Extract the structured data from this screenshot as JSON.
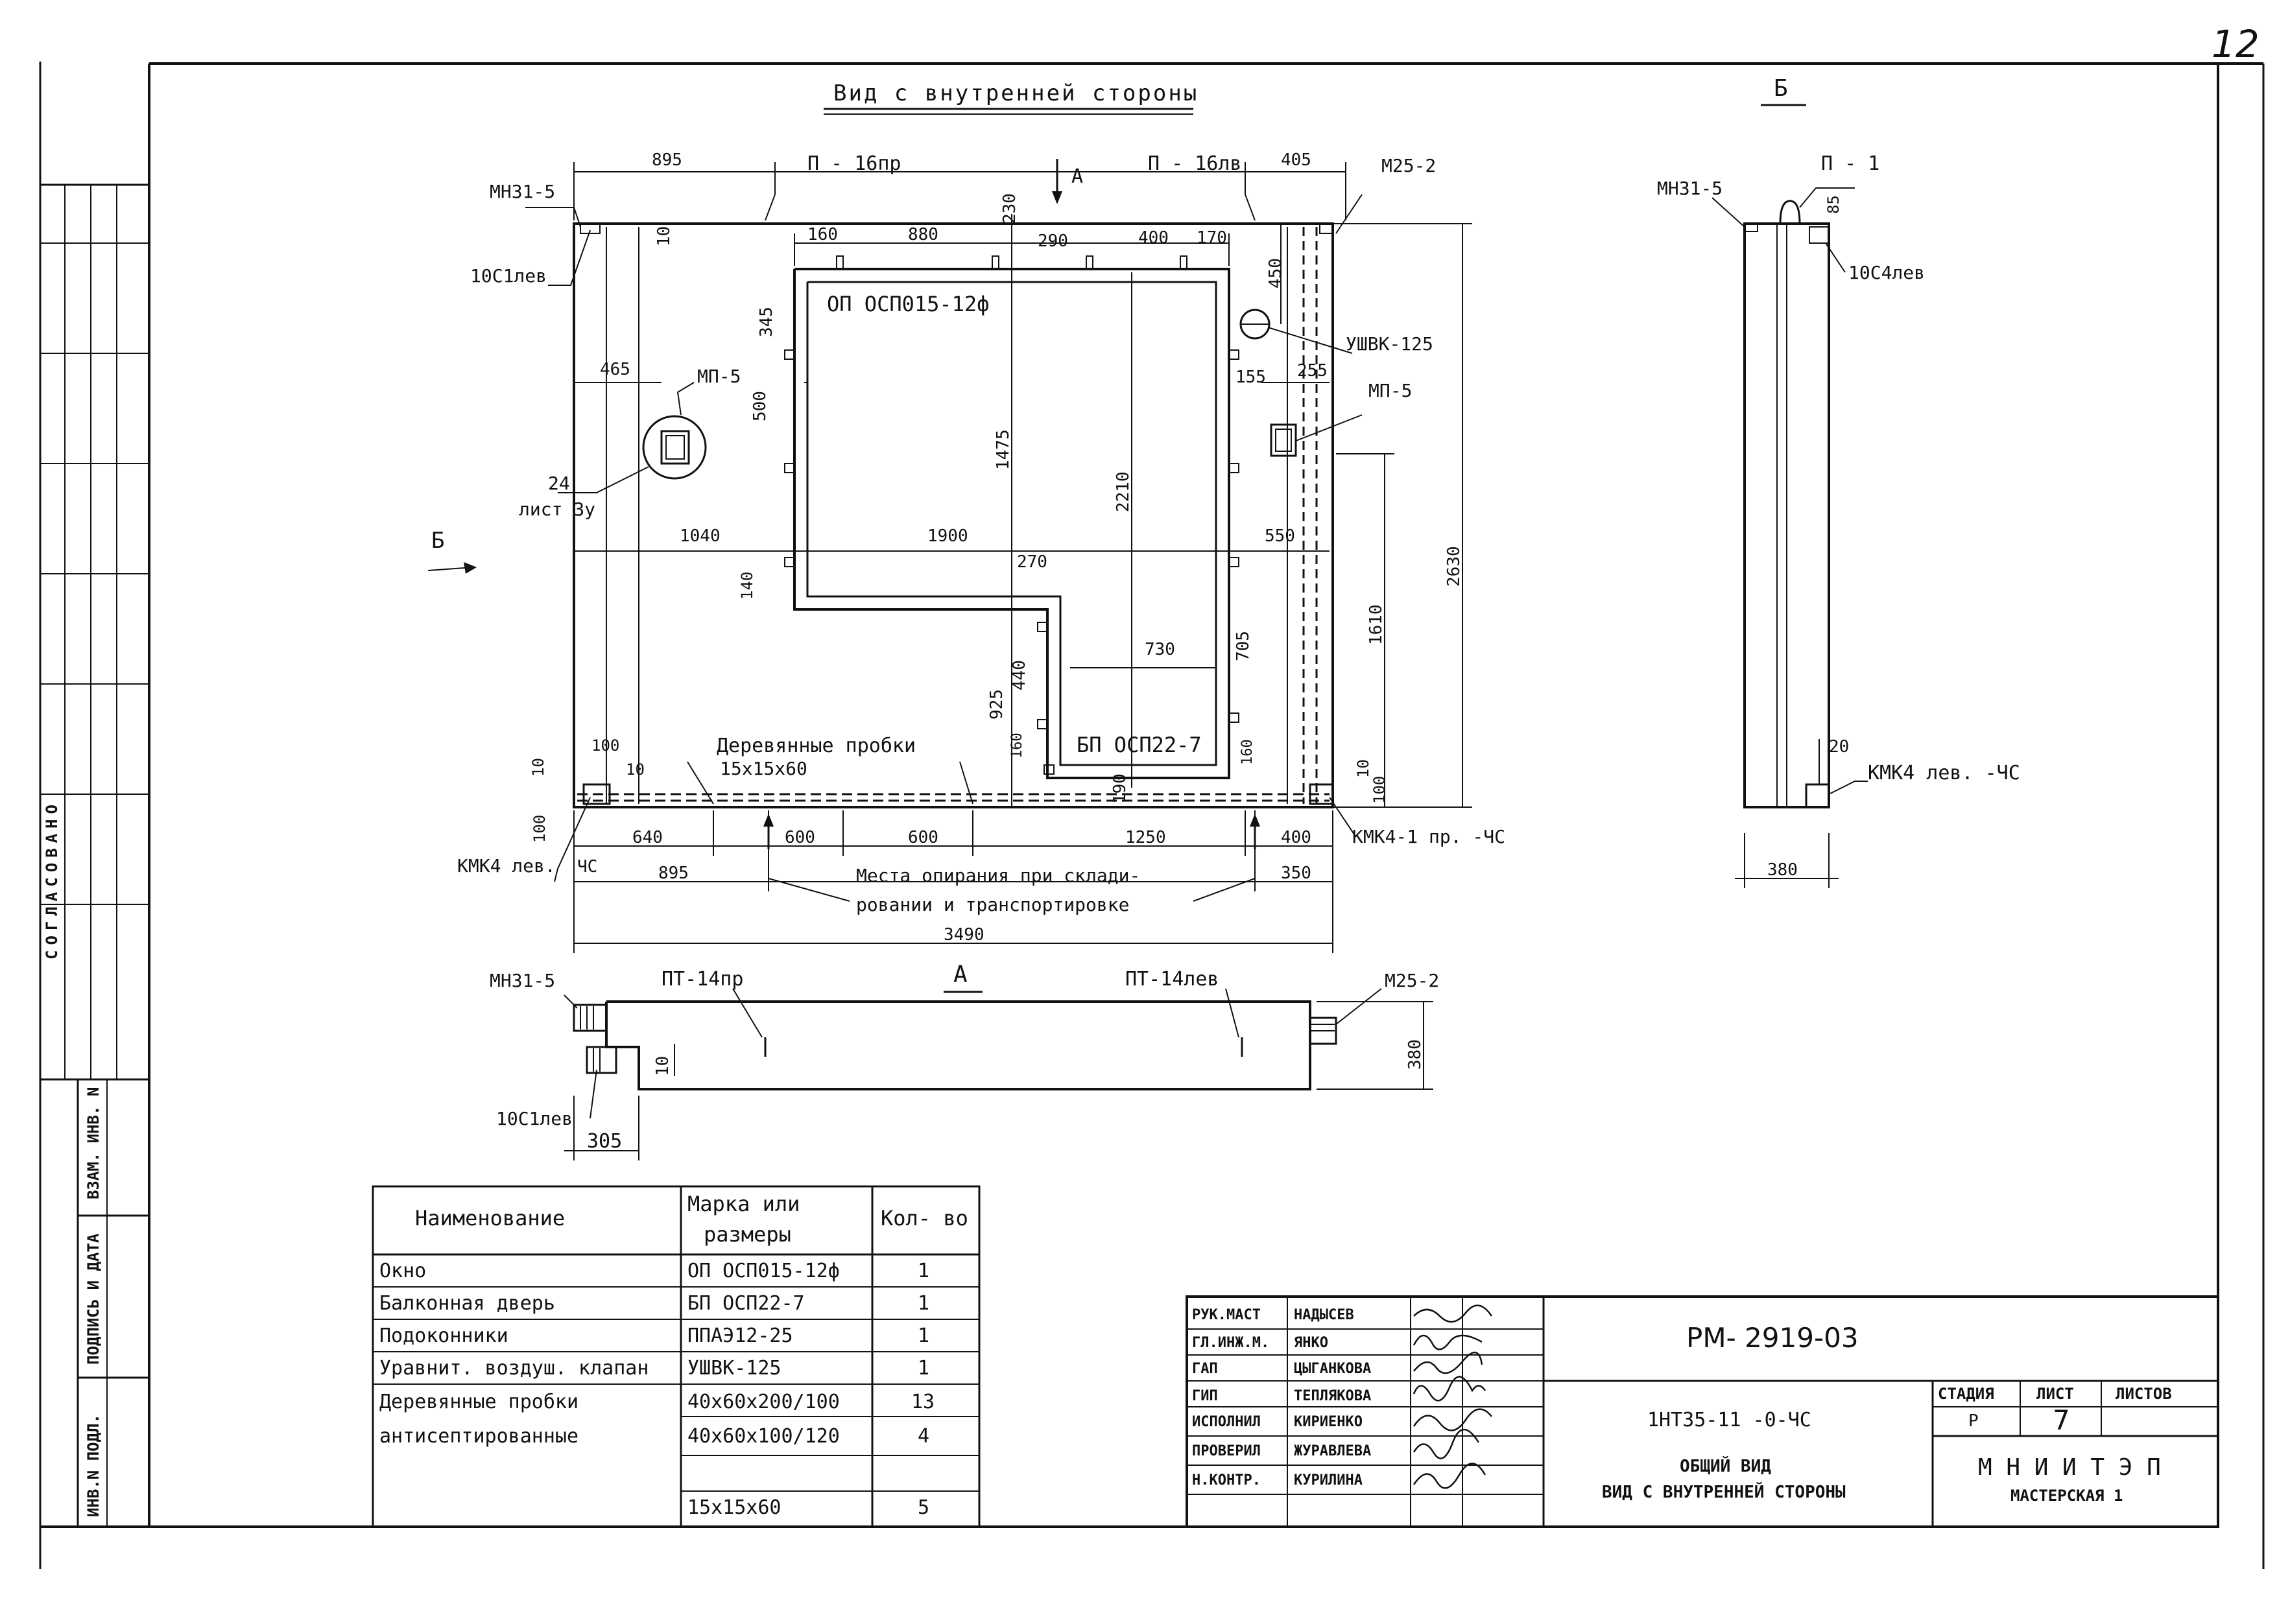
{
  "page_number": "12",
  "views": {
    "main_title": "Вид с внутренней стороны",
    "section_b_title": "Б",
    "view_a_title": "А"
  },
  "main_view": {
    "dims": {
      "d895_top": "895",
      "d405_top": "405",
      "d160": "160",
      "d880": "880",
      "d230": "230",
      "d290": "290",
      "d400": "400",
      "d170": "170",
      "d10_a": "10",
      "d345": "345",
      "d500": "500",
      "d465": "465",
      "d1475": "1475",
      "d2210": "2210",
      "d450": "450",
      "d155": "155",
      "d255": "255",
      "d2630": "2630",
      "d1610": "1610",
      "d1040": "1040",
      "d1900": "1900",
      "d550": "550",
      "d140": "140",
      "d270": "270",
      "d730": "730",
      "d705": "705",
      "d925": "925",
      "d440": "440",
      "d160b": "160",
      "d160c": "160",
      "d190": "190",
      "d100_a": "100",
      "d10_b": "10",
      "d10_c": "10",
      "d10_d": "10",
      "d100_b": "100",
      "d100_c": "100",
      "d640": "640",
      "d600_a": "600",
      "d600_b": "600",
      "d1250": "1250",
      "d400_b": "400",
      "d895_b": "895",
      "d350": "350",
      "d3490": "3490"
    },
    "labels": {
      "mn31_5": "МН31-5",
      "p16pr": "П - 16пр",
      "a_arrow": "А",
      "p16lev": "П - 16лв",
      "m25_2": "М25-2",
      "c10_1lev": "10С1лев",
      "op": "ОП ОСП015-12ф",
      "ushvk": "УШВК-125",
      "mp5_left": "МП-5",
      "mp5_right": "МП-5",
      "n24": "24",
      "list3u": "лист 3у",
      "b_arrow": "Б",
      "derev": "Деревянные пробки",
      "derev_size": "15х15х60",
      "bp": "БП ОСП22-7",
      "kmk_left": "КМК4 лев.",
      "chs_left": "ЧС",
      "kmk_right": "КМК4-1 пр. -ЧС",
      "mesta1": "Места опирания при склади-",
      "mesta2": "ровании и транспортировке"
    }
  },
  "side_view": {
    "mn31_5": "МН31-5",
    "p1": "П - 1",
    "d85": "85",
    "c10_4lev": "10С4лев",
    "d20": "20",
    "kmk4": "КМК4 лев. -ЧС",
    "d380": "380"
  },
  "plan_a": {
    "mn31_5": "МН31-5",
    "pt14pr": "ПТ-14пр",
    "pt14lev": "ПТ-14лев",
    "m25_2": "М25-2",
    "d10": "10",
    "d380": "380",
    "c10_1lev": "10С1лев",
    "d305": "305"
  },
  "spec_table": {
    "headers": {
      "name": "Наименование",
      "mark1": "Марка или",
      "mark2": "размеры",
      "qty": "Кол- во"
    },
    "rows": [
      {
        "name": "Окно",
        "mark": "ОП ОСП015-12ф",
        "qty": "1"
      },
      {
        "name": "Балконная дверь",
        "mark": "БП ОСП22-7",
        "qty": "1"
      },
      {
        "name": "Подоконники",
        "mark": "ППАЭ12-25",
        "qty": "1"
      },
      {
        "name": "Уравнит. воздуш. клапан",
        "mark": "УШВК-125",
        "qty": "1"
      },
      {
        "name": "Деревянные пробки",
        "mark": "40х60х200/100",
        "qty": "13"
      },
      {
        "name": "антисептированные",
        "mark": "40х60х100/120",
        "qty": "4"
      },
      {
        "name": "",
        "mark": "",
        "qty": ""
      },
      {
        "name": "",
        "mark": "15х15х60",
        "qty": "5"
      }
    ]
  },
  "left_strip": {
    "soglasovano": "СОГЛАСОВАНО",
    "vzam": "ВЗАМ. ИНВ. N",
    "podpis": "ПОДПИСЬ И ДАТА",
    "inv": "ИНВ.N ПОДЛ."
  },
  "title_block": {
    "roles": [
      {
        "role": "РУК.МАСТ",
        "name": "НАДЫСЕВ"
      },
      {
        "role": "ГЛ.ИНЖ.М.",
        "name": "ЯНКО"
      },
      {
        "role": "ГАП",
        "name": "ЦЫГАНКОВА"
      },
      {
        "role": "ГИП",
        "name": "ТЕПЛЯКОВА"
      },
      {
        "role": "ИСПОЛНИЛ",
        "name": "КИРИЕНКО"
      },
      {
        "role": "ПРОВЕРИЛ",
        "name": "ЖУРАВЛЕВА"
      },
      {
        "role": "Н.КОНТР.",
        "name": "КУРИЛИНА"
      }
    ],
    "doc_code": "РМ- 2919-03",
    "sheet_code": "1НТ35-11 -0-ЧС",
    "title1": "ОБЩИЙ ВИД",
    "title2": "ВИД С ВНУТРЕННЕЙ СТОРОНЫ",
    "stage_h": "СТАДИЯ",
    "sheet_h": "ЛИСТ",
    "sheets_h": "ЛИСТОВ",
    "stage": "Р",
    "sheet": "7",
    "sheets": "",
    "org": "М Н И И Т Э П",
    "dept": "МАСТЕРСКАЯ 1"
  }
}
